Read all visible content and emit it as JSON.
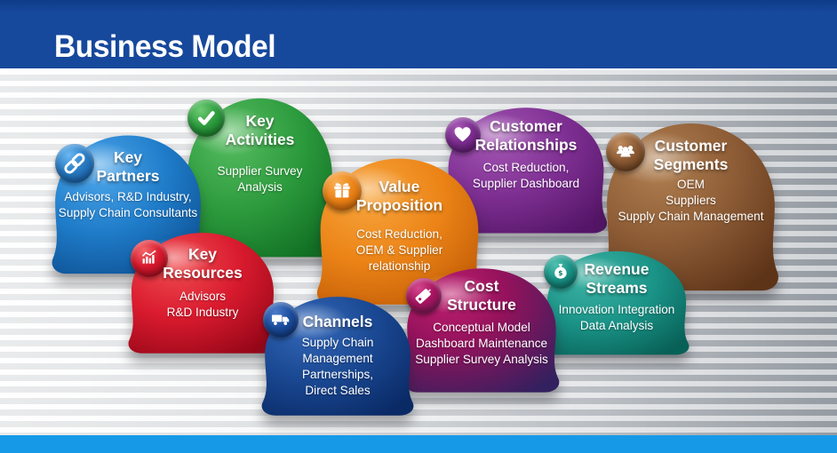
{
  "header": {
    "title": "Business Model"
  },
  "colors": {
    "header_bg": "#16489c",
    "footer_bar": "#169ae8",
    "background_left": "#ffffff",
    "background_right": "#9aa0a7"
  },
  "bubbles": [
    {
      "name": "key-partners",
      "icon": "link-icon",
      "title": "Key\nPartners",
      "body": "Advisors, R&D Industry,\nSupply Chain Consultants",
      "color": "#2383d4",
      "color_dark": "#0d4f91"
    },
    {
      "name": "key-activities",
      "icon": "check-icon",
      "title": "Key\nActivities",
      "body": "Supplier Survey\nAnalysis",
      "color": "#2e9e3f",
      "color_dark": "#10641f"
    },
    {
      "name": "value-proposition",
      "icon": "gift-icon",
      "title": "Value\nProposition",
      "body": "Cost Reduction,\nOEM & Supplier\nrelationship",
      "color": "#ec8417",
      "color_dark": "#bb5a06"
    },
    {
      "name": "customer-relationships",
      "icon": "heart-icon",
      "title": "Customer\nRelationships",
      "body": "Cost Reduction,\nSupplier Dashboard",
      "color": "#7b2d8e",
      "color_dark": "#4f1363"
    },
    {
      "name": "customer-segments",
      "icon": "people-icon",
      "title": "Customer\nSegments",
      "body": "OEM\nSuppliers\nSupply Chain Management",
      "color": "#8d5c36",
      "color_dark": "#573013"
    },
    {
      "name": "key-resources",
      "icon": "chart-icon",
      "title": "Key\nResources",
      "body": "Advisors\nR&D Industry",
      "color": "#d91a2e",
      "color_dark": "#8d0516"
    },
    {
      "name": "channels",
      "icon": "truck-icon",
      "title": "Channels",
      "body": "Supply Chain\nManagement\nPartnerships,\nDirect Sales",
      "color": "#1c4d9e",
      "color_dark": "#0a2a66"
    },
    {
      "name": "cost-structure",
      "icon": "tag-icon",
      "title": "Cost\nStructure",
      "body": "Conceptual Model\nDashboard Maintenance\nSupplier Survey Analysis",
      "color": "#a8145f",
      "color_dark": "#33205e"
    },
    {
      "name": "revenue-streams",
      "icon": "money-bag-icon",
      "title": "Revenue\nStreams",
      "body": "Innovation Integration\nData Analysis",
      "color": "#1b9488",
      "color_dark": "#075f55"
    }
  ]
}
